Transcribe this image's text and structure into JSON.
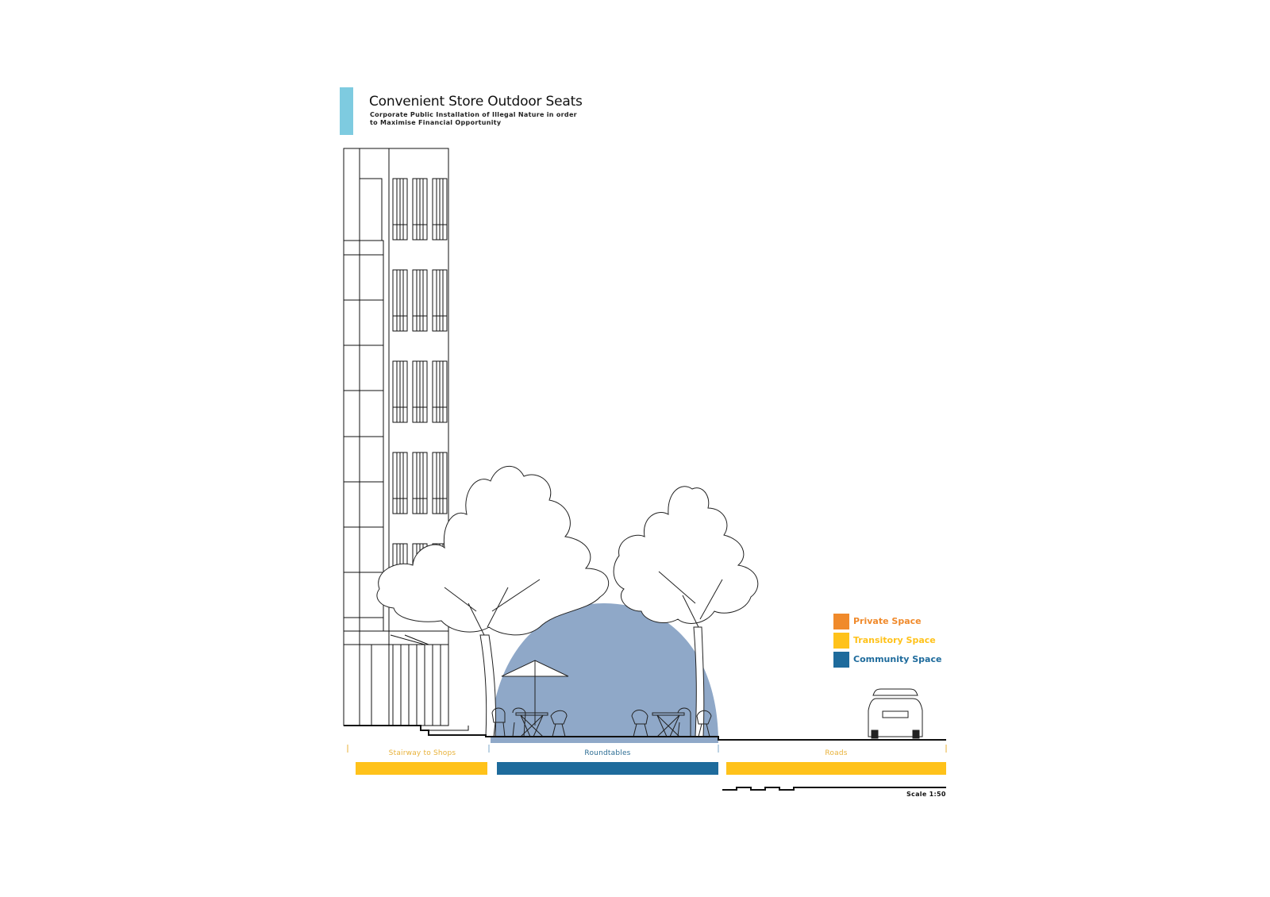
{
  "header": {
    "title": "Convenient Store Outdoor Seats",
    "subtitle_line1": "Corporate Public Installation of Illegal Nature in order",
    "subtitle_line2": "to Maximise Financial Opportunity",
    "accent_color": "#7ecbe0"
  },
  "legend": {
    "items": [
      {
        "label": "Private Space",
        "color": "#f08a2b"
      },
      {
        "label": "Transitory Space",
        "color": "#ffc21a"
      },
      {
        "label": "Community Space",
        "color": "#1e6b9c"
      }
    ]
  },
  "zones": [
    {
      "label": "Stairway to Shops",
      "color": "#ffc21a",
      "label_color": "#e8b23a"
    },
    {
      "label": "Roundtables",
      "color": "#1e6b9c",
      "label_color": "#2b6c93"
    },
    {
      "label": "Roads",
      "color": "#ffc21a",
      "label_color": "#e8b23a"
    }
  ],
  "scale": {
    "label": "Scale 1:50"
  },
  "colors": {
    "community_bubble": "#8fa8c8",
    "line": "#111111"
  }
}
